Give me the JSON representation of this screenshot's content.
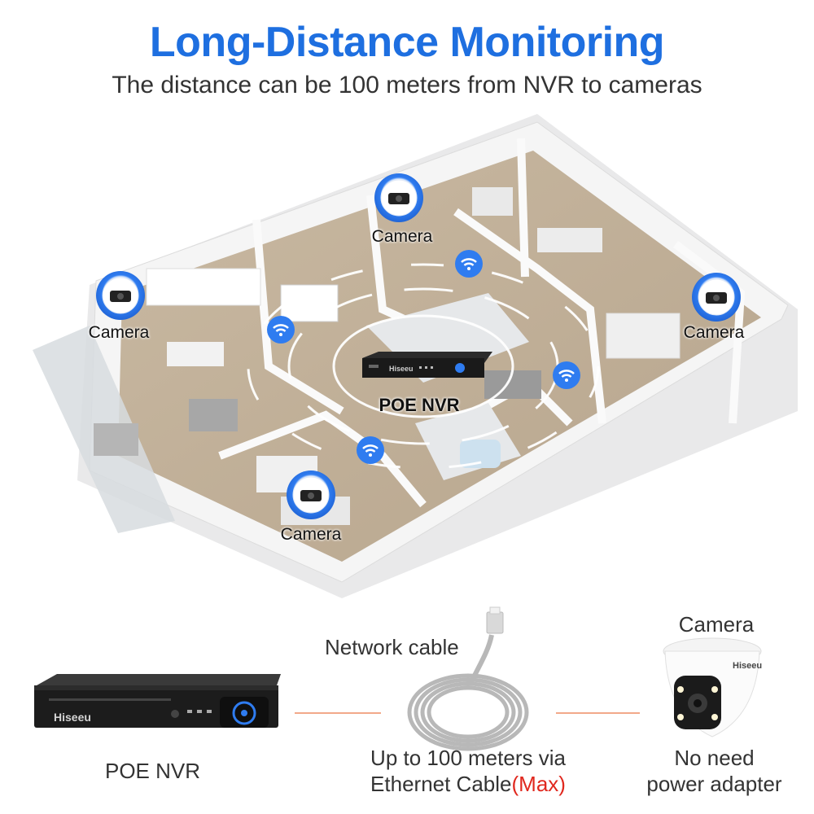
{
  "header": {
    "title": "Long-Distance Monitoring",
    "subtitle": "The distance can be 100 meters from NVR to cameras"
  },
  "floorplan": {
    "camera_labels": [
      "Camera",
      "Camera",
      "Camera",
      "Camera"
    ],
    "nvr_label": "POE NVR",
    "nvr_brand": "Hiseeu"
  },
  "bottom": {
    "nvr_caption": "POE NVR",
    "nvr_brand": "Hiseeu",
    "cable_caption": "Network cable",
    "distance_line1": "Up to 100 meters via",
    "distance_line2_a": "Ethernet Cable",
    "distance_line2_b": "(Max)",
    "camera_caption": "Camera",
    "camera_brand": "Hiseeu",
    "adapter_line1": "No need",
    "adapter_line2": "power adapter"
  },
  "colors": {
    "title": "#1e6fe0",
    "badge": "#2f7cf0",
    "wifi": "#2f7cf0",
    "connector_line": "#f2a98a",
    "highlight": "#e0281e"
  }
}
